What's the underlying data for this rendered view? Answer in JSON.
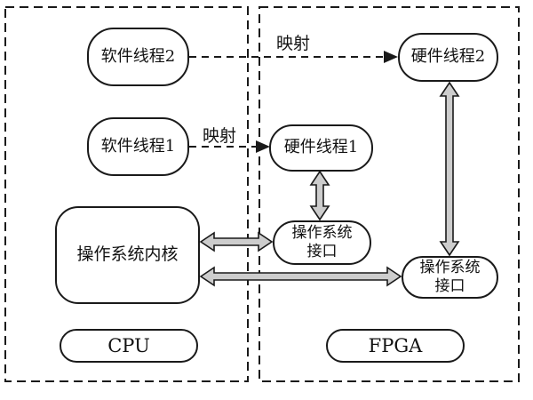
{
  "figure": {
    "regions": {
      "cpu": {
        "label": "CPU"
      },
      "fpga": {
        "label": "FPGA"
      }
    },
    "nodes": {
      "sw_thread2": {
        "label": "软件线程2"
      },
      "sw_thread1": {
        "label": "软件线程1"
      },
      "kernel": {
        "label": "操作系统内核"
      },
      "hw_thread2": {
        "label": "硬件线程2"
      },
      "hw_thread1": {
        "label": "硬件线程1"
      },
      "os_interface_1": {
        "line1": "操作系统",
        "line2": "接口"
      },
      "os_interface_2": {
        "line1": "操作系统",
        "line2": "接口"
      }
    },
    "labels": {
      "mapping_top": "映射",
      "mapping_mid": "映射"
    },
    "colors": {
      "line": "#1a1a1a",
      "arrow_fill": "#cdcdcd",
      "background": "#ffffff"
    }
  }
}
